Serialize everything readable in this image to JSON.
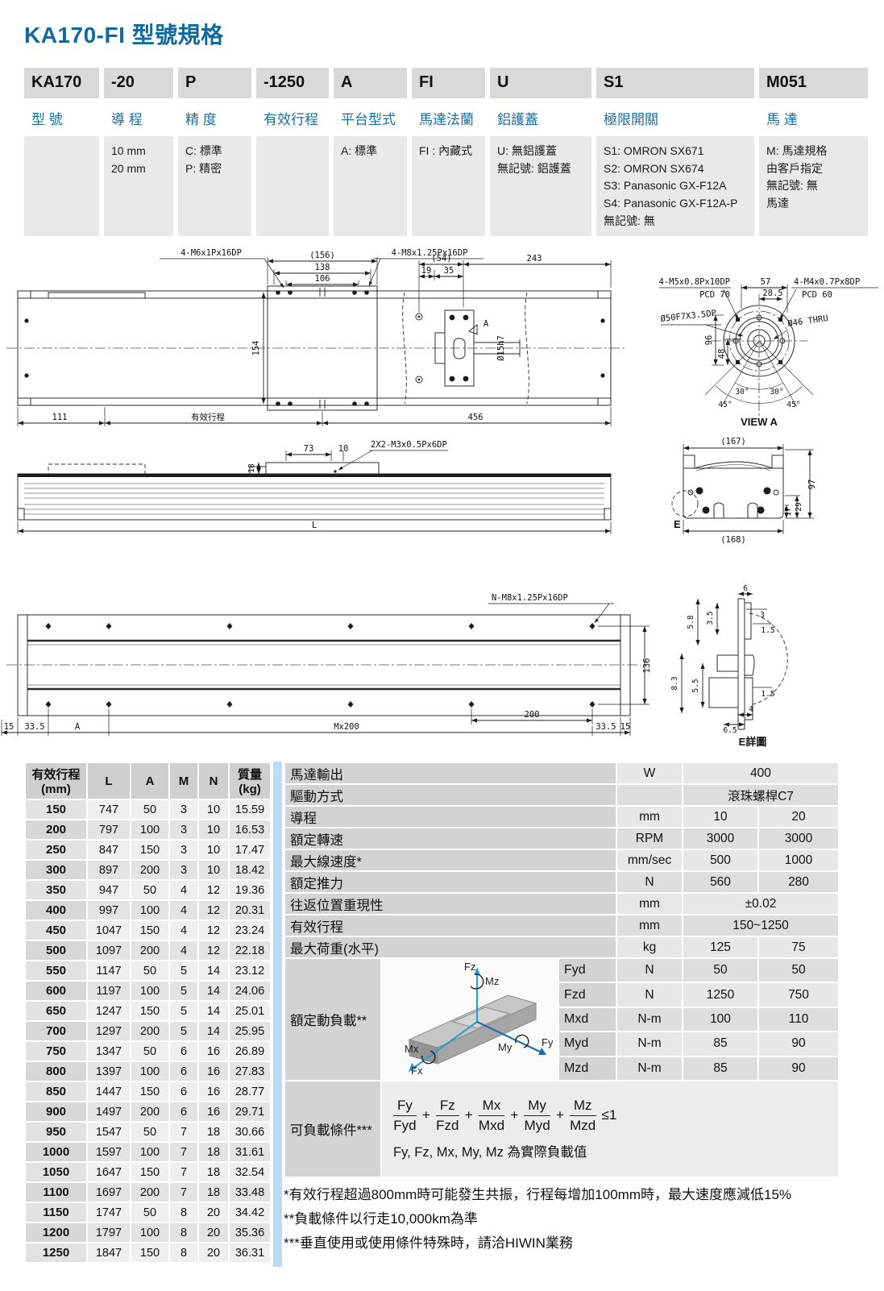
{
  "page_title": "KA170-FI 型號規格",
  "model_table": {
    "codes": [
      "KA170",
      "-20",
      "P",
      "-1250",
      "A",
      "FI",
      "U",
      "S1",
      "M051"
    ],
    "labels": [
      "型 號",
      "導 程",
      "精 度",
      "有效行程",
      "平台型式",
      "馬達法蘭",
      "鋁護蓋",
      "極限開關",
      "馬 達"
    ],
    "options": [
      "",
      "10 mm\n20 mm",
      "C: 標準\nP: 精密",
      "",
      "A: 標準",
      "FI : 內藏式",
      "U: 無鋁護蓋\n無記號: 鋁護蓋",
      "S1: OMRON SX671\nS2: OMRON SX674\nS3: Panasonic GX-F12A\nS4: Panasonic GX-F12A-P\n無記號: 無",
      "M: 馬達規格\n由客戶指定\n無記號: 無\n馬達"
    ]
  },
  "drawings": {
    "plan": {
      "thread_left": "4-M6x1Px16DP",
      "thread_right": "4-M8x1.25Px16DP",
      "dim_156": "(156)",
      "dim_138": "138",
      "dim_106": "106",
      "dim_54": "(54)",
      "dim_19": "19",
      "dim_35": "35",
      "dim_243": "243",
      "dim_154": "154",
      "shaft_dia": "Ø15h7",
      "view_flag": "A",
      "dim_111": "111",
      "dim_stroke": "有效行程",
      "dim_456": "456"
    },
    "view_a": {
      "caption": "VIEW A",
      "m5": "4-M5x0.8Px10DP",
      "pcd70": "PCD 70",
      "m4": "4-M4x0.7Px8DP",
      "pcd60": "PCD 60",
      "bore": "Ø50F7X3.5DP",
      "thru": "Ø46 THRU",
      "dim_57": "57",
      "dim_285": "28.5",
      "dim_96": "96",
      "dim_48": "48",
      "ang30": "30°",
      "ang45": "45°"
    },
    "side": {
      "dim_18": "18",
      "dim_73": "73",
      "dim_10": "10",
      "thread": "2X2-M3x0.5Px6DP",
      "dim_L": "L"
    },
    "end_view": {
      "dim_167": "(167)",
      "dim_168": "(168)",
      "dim_97": "97",
      "dim_29": "29",
      "dim_17": "17",
      "detail_flag": "E"
    },
    "bottom": {
      "thread": "N-M8x1.25Px16DP",
      "dim_136": "136",
      "dim_200": "200",
      "dim_15": "15",
      "dim_335": "33.5",
      "dim_A": "A",
      "dim_mx200": "Mx200"
    },
    "e_detail": {
      "caption": "E詳圖",
      "d6": "6",
      "d3": "3",
      "d15": "1.5",
      "d35": "3.5",
      "d58": "5.8",
      "d83": "8.3",
      "d55": "5.5",
      "d15b": "1.5",
      "d4": "4",
      "d65": "6.5"
    }
  },
  "stroke_table": {
    "headers": [
      "有效行程\n(mm)",
      "L",
      "A",
      "M",
      "N",
      "質量\n(kg)"
    ],
    "rows": [
      [
        "150",
        "747",
        "50",
        "3",
        "10",
        "15.59"
      ],
      [
        "200",
        "797",
        "100",
        "3",
        "10",
        "16.53"
      ],
      [
        "250",
        "847",
        "150",
        "3",
        "10",
        "17.47"
      ],
      [
        "300",
        "897",
        "200",
        "3",
        "10",
        "18.42"
      ],
      [
        "350",
        "947",
        "50",
        "4",
        "12",
        "19.36"
      ],
      [
        "400",
        "997",
        "100",
        "4",
        "12",
        "20.31"
      ],
      [
        "450",
        "1047",
        "150",
        "4",
        "12",
        "23.24"
      ],
      [
        "500",
        "1097",
        "200",
        "4",
        "12",
        "22.18"
      ],
      [
        "550",
        "1147",
        "50",
        "5",
        "14",
        "23.12"
      ],
      [
        "600",
        "1197",
        "100",
        "5",
        "14",
        "24.06"
      ],
      [
        "650",
        "1247",
        "150",
        "5",
        "14",
        "25.01"
      ],
      [
        "700",
        "1297",
        "200",
        "5",
        "14",
        "25.95"
      ],
      [
        "750",
        "1347",
        "50",
        "6",
        "16",
        "26.89"
      ],
      [
        "800",
        "1397",
        "100",
        "6",
        "16",
        "27.83"
      ],
      [
        "850",
        "1447",
        "150",
        "6",
        "16",
        "28.77"
      ],
      [
        "900",
        "1497",
        "200",
        "6",
        "16",
        "29.71"
      ],
      [
        "950",
        "1547",
        "50",
        "7",
        "18",
        "30.66"
      ],
      [
        "1000",
        "1597",
        "100",
        "7",
        "18",
        "31.61"
      ],
      [
        "1050",
        "1647",
        "150",
        "7",
        "18",
        "32.54"
      ],
      [
        "1100",
        "1697",
        "200",
        "7",
        "18",
        "33.48"
      ],
      [
        "1150",
        "1747",
        "50",
        "8",
        "20",
        "34.42"
      ],
      [
        "1200",
        "1797",
        "100",
        "8",
        "20",
        "35.36"
      ],
      [
        "1250",
        "1847",
        "150",
        "8",
        "20",
        "36.31"
      ]
    ]
  },
  "spec_table": {
    "rows": [
      {
        "label": "馬達輸出",
        "unit": "W",
        "value": "400"
      },
      {
        "label": "驅動方式",
        "unit": "",
        "value": "滾珠螺桿C7"
      },
      {
        "label": "導程",
        "unit": "mm",
        "v1": "10",
        "v2": "20"
      },
      {
        "label": "額定轉速",
        "unit": "RPM",
        "v1": "3000",
        "v2": "3000"
      },
      {
        "label": "最大線速度*",
        "unit": "mm/sec",
        "v1": "500",
        "v2": "1000"
      },
      {
        "label": "額定推力",
        "unit": "N",
        "v1": "560",
        "v2": "280"
      },
      {
        "label": "往返位置重現性",
        "unit": "mm",
        "value": "±0.02"
      },
      {
        "label": "有效行程",
        "unit": "mm",
        "value": "150~1250"
      },
      {
        "label": "最大荷重(水平)",
        "unit": "kg",
        "v1": "125",
        "v2": "75"
      }
    ],
    "dynamic_load": {
      "label": "額定動負載**",
      "axes": {
        "fz": "Fz",
        "mz": "Mz",
        "mx": "Mx",
        "fx": "Fx",
        "my": "My",
        "fy": "Fy"
      },
      "rows": [
        {
          "sub": "Fyd",
          "unit": "N",
          "v1": "50",
          "v2": "50"
        },
        {
          "sub": "Fzd",
          "unit": "N",
          "v1": "1250",
          "v2": "750"
        },
        {
          "sub": "Mxd",
          "unit": "N-m",
          "v1": "100",
          "v2": "110"
        },
        {
          "sub": "Myd",
          "unit": "N-m",
          "v1": "85",
          "v2": "90"
        },
        {
          "sub": "Mzd",
          "unit": "N-m",
          "v1": "85",
          "v2": "90"
        }
      ]
    },
    "load_condition": {
      "label": "可負載條件***",
      "terms": [
        {
          "n": "Fy",
          "d": "Fyd"
        },
        {
          "n": "Fz",
          "d": "Fzd"
        },
        {
          "n": "Mx",
          "d": "Mxd"
        },
        {
          "n": "My",
          "d": "Myd"
        },
        {
          "n": "Mz",
          "d": "Mzd"
        }
      ],
      "plus": "+",
      "leq": "≤1",
      "note": "Fy, Fz, Mx, My, Mz 為實際負載值"
    }
  },
  "footnotes": [
    "*有效行程超過800mm時可能發生共振，行程每增加100mm時，最大速度應減低15%",
    "**負載條件以行走10,000km為準",
    "***垂直使用或使用條件特殊時，請洽HIWIN業務"
  ],
  "colors": {
    "brand_blue": "#10699f",
    "strip_blue": "#b9def4",
    "axis_blue": "#2aa0d8",
    "axis_dark_blue": "#1b6fae"
  }
}
